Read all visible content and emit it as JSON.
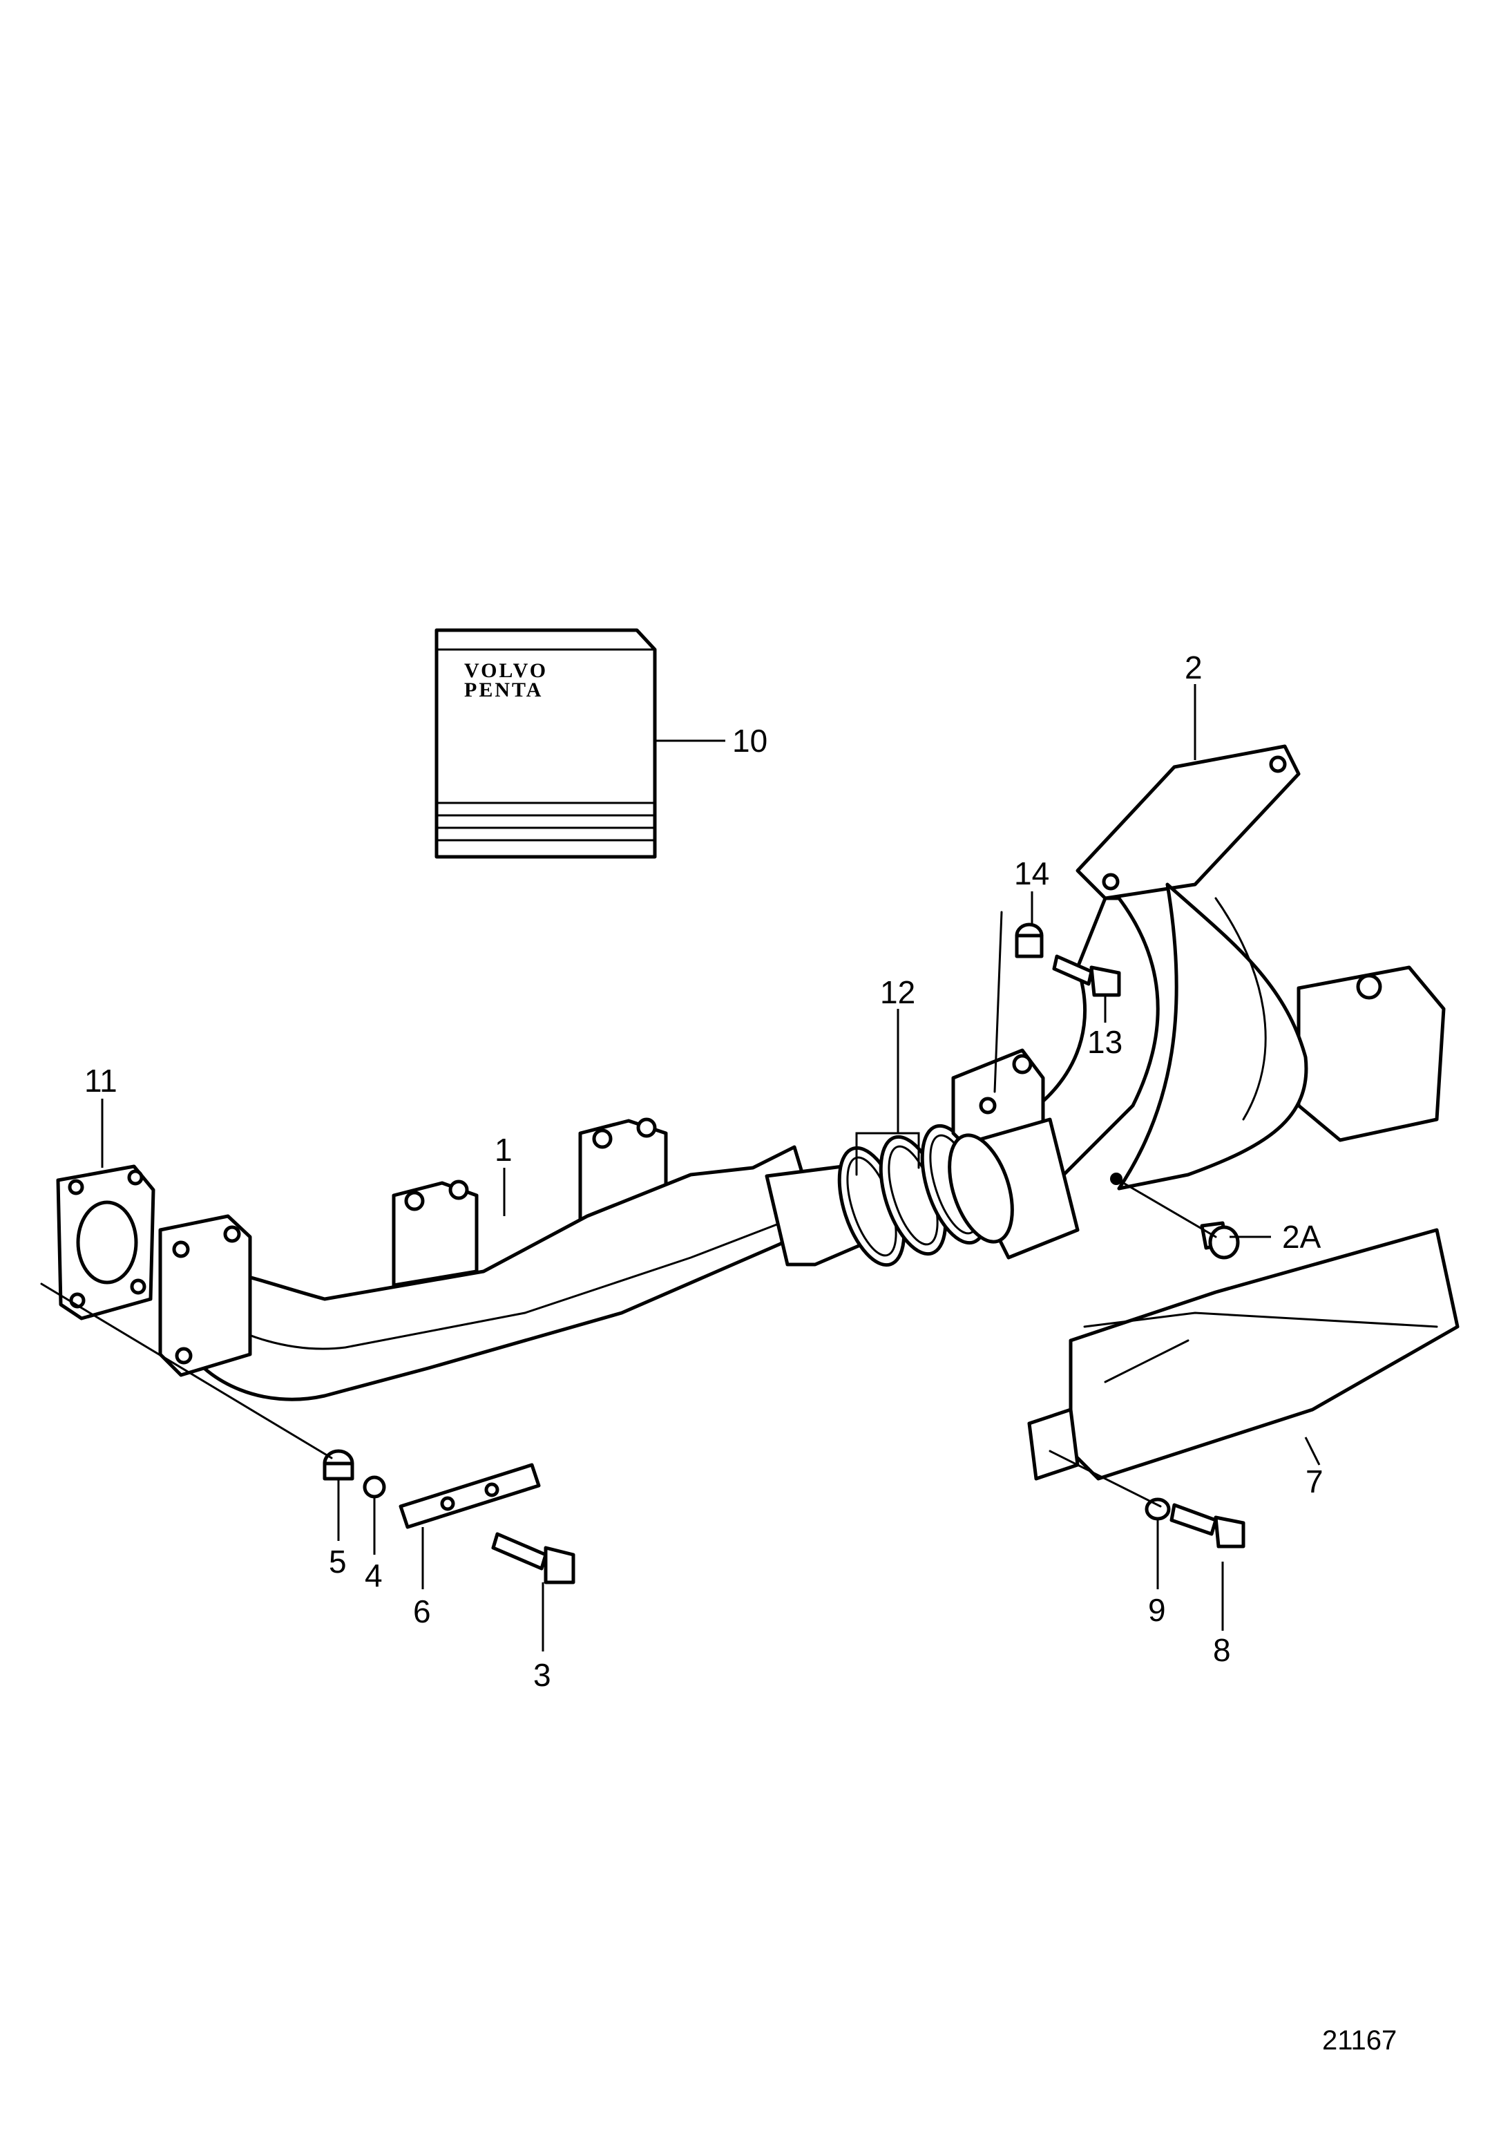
{
  "diagram": {
    "figure_number": "21167",
    "callouts": [
      {
        "id": "1",
        "label": "1"
      },
      {
        "id": "2",
        "label": "2"
      },
      {
        "id": "2A",
        "label": "2A"
      },
      {
        "id": "3",
        "label": "3"
      },
      {
        "id": "4",
        "label": "4"
      },
      {
        "id": "5",
        "label": "5"
      },
      {
        "id": "6",
        "label": "6"
      },
      {
        "id": "7",
        "label": "7"
      },
      {
        "id": "8",
        "label": "8"
      },
      {
        "id": "9",
        "label": "9"
      },
      {
        "id": "10",
        "label": "10"
      },
      {
        "id": "11",
        "label": "11"
      },
      {
        "id": "12",
        "label": "12"
      },
      {
        "id": "13",
        "label": "13"
      },
      {
        "id": "14",
        "label": "14"
      }
    ],
    "manual_logo_lines": [
      "VOLVO",
      "PENTA"
    ]
  }
}
